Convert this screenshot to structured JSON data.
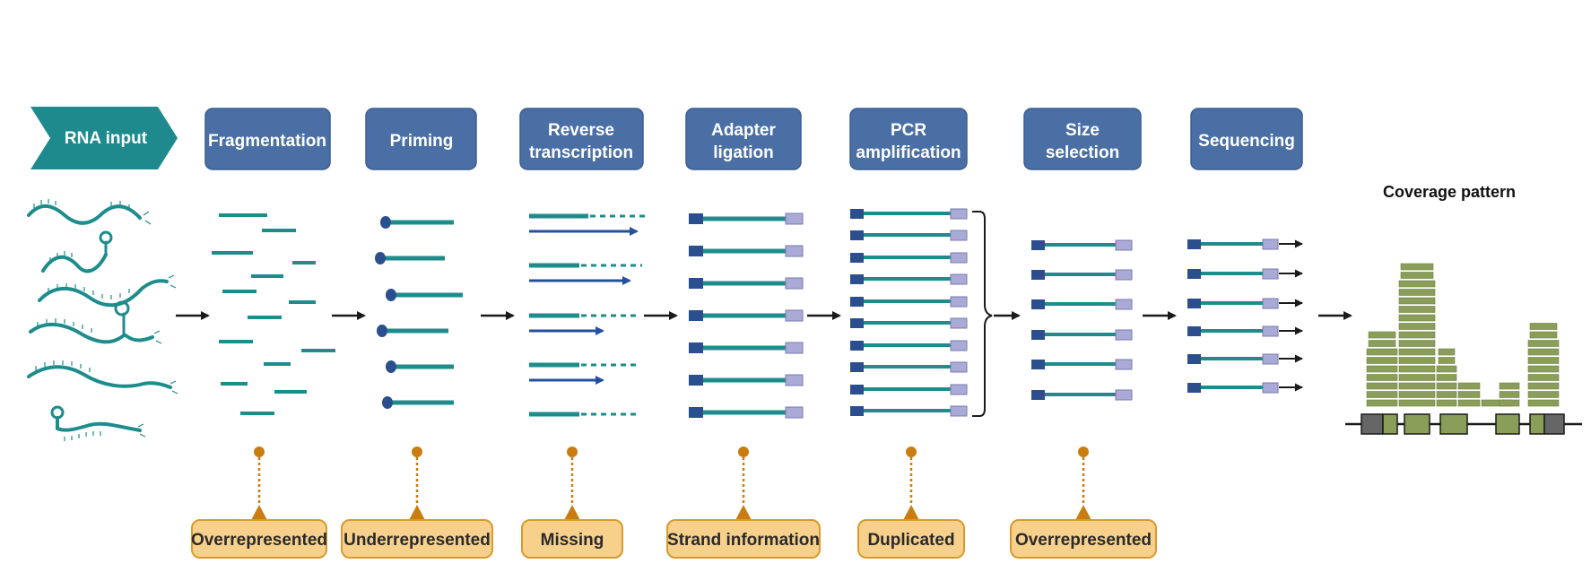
{
  "steps": [
    {
      "lines": [
        "RNA input"
      ]
    },
    {
      "lines": [
        "Fragmentation"
      ]
    },
    {
      "lines": [
        "Priming"
      ]
    },
    {
      "lines": [
        "Reverse",
        "transcription"
      ]
    },
    {
      "lines": [
        "Adapter",
        "ligation"
      ]
    },
    {
      "lines": [
        "PCR",
        "amplification"
      ]
    },
    {
      "lines": [
        "Size",
        "selection"
      ]
    },
    {
      "lines": [
        "Sequencing"
      ]
    }
  ],
  "biases": [
    {
      "label": "Overrepresented"
    },
    {
      "label": "Underrepresented"
    },
    {
      "label": "Missing"
    },
    {
      "label": "Strand information"
    },
    {
      "label": "Duplicated"
    },
    {
      "label": "Overrepresented"
    }
  ],
  "coverage": {
    "title": "Coverage pattern"
  },
  "colors": {
    "step_box": "#4a6fa5",
    "rna_input": "#1e8a8e",
    "strand": "#1f8c8c",
    "adapter_dark": "#2b4f8e",
    "adapter_light": "#a9aad6",
    "primer_arrow": "#2450a0",
    "bias_fill": "#f7d18c",
    "bias_stroke": "#d99a2b",
    "bias_connector": "#c97d10",
    "coverage_bar": "#8a9e5a",
    "exon": "#8a9e5a",
    "exon_end": "#666666"
  }
}
